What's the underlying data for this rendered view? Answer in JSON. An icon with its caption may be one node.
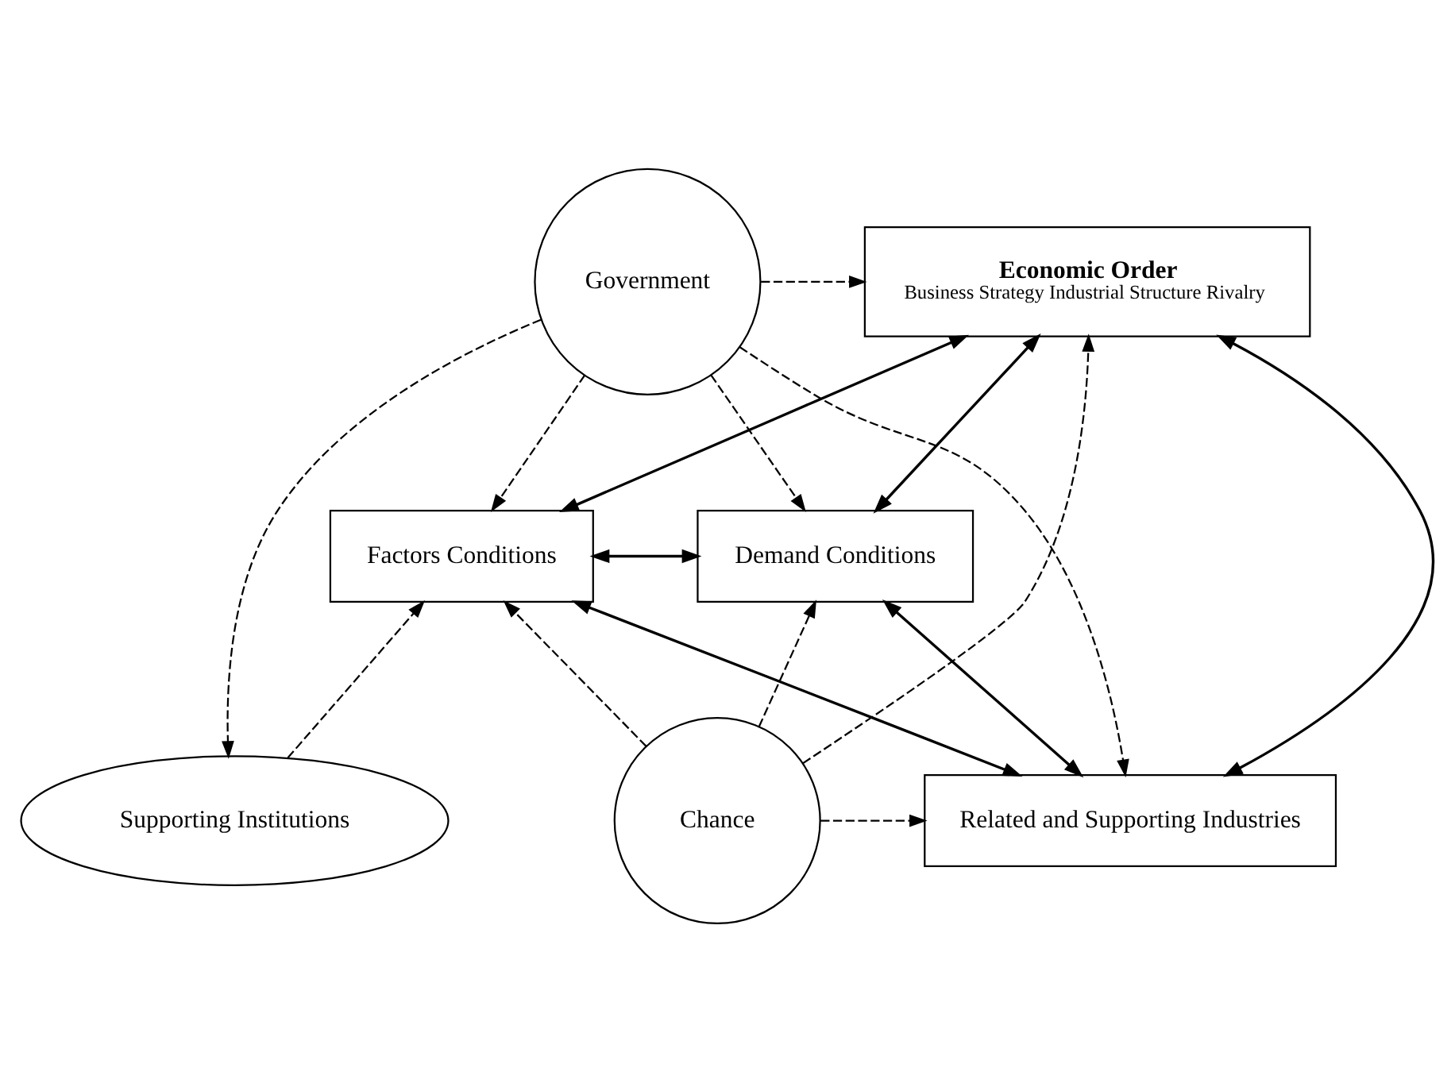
{
  "diagram": {
    "nodes": [
      {
        "text": [
          "Government"
        ]
      },
      {
        "text": [
          "Economic Order",
          "Business Strategy Industrial Structure Rivalry"
        ]
      },
      {
        "text": [
          "Factors Conditions"
        ]
      },
      {
        "text": [
          "Demand Conditions"
        ]
      },
      {
        "text": [
          "Supporting Institutions"
        ]
      },
      {
        "text": [
          "Related and Supporting Industries"
        ]
      },
      {
        "text": [
          "Chance"
        ]
      }
    ],
    "edges": [
      {
        "from": 0,
        "to": 1,
        "arrow": "to",
        "style": "dashed"
      },
      {
        "from": 0,
        "to": 2,
        "arrow": "to",
        "style": "dashed"
      },
      {
        "from": 0,
        "to": 3,
        "arrow": "to",
        "style": "dashed"
      },
      {
        "from": 0,
        "to": 5,
        "arrow": "to",
        "style": "dashed"
      },
      {
        "from": 0,
        "to": 4,
        "arrow": "to",
        "style": "dashed"
      },
      {
        "from": 4,
        "to": 2,
        "arrow": "to",
        "style": "dashed"
      },
      {
        "from": 1,
        "to": 2,
        "arrow": "both"
      },
      {
        "from": 1,
        "to": 3,
        "arrow": "both"
      },
      {
        "from": 1,
        "to": 5,
        "arrow": "both"
      },
      {
        "from": 2,
        "to": 3,
        "arrow": "both"
      },
      {
        "from": 2,
        "to": 5,
        "arrow": "both"
      },
      {
        "from": 3,
        "to": 5,
        "arrow": "both"
      },
      {
        "from": 6,
        "to": 5,
        "arrow": "to",
        "style": "dashed"
      },
      {
        "from": 6,
        "to": 3,
        "arrow": "to",
        "style": "dashed"
      },
      {
        "from": 6,
        "to": 2,
        "arrow": "to",
        "style": "dashed"
      },
      {
        "from": 6,
        "to": 1,
        "arrow": "to",
        "style": "dashed"
      }
    ]
  }
}
